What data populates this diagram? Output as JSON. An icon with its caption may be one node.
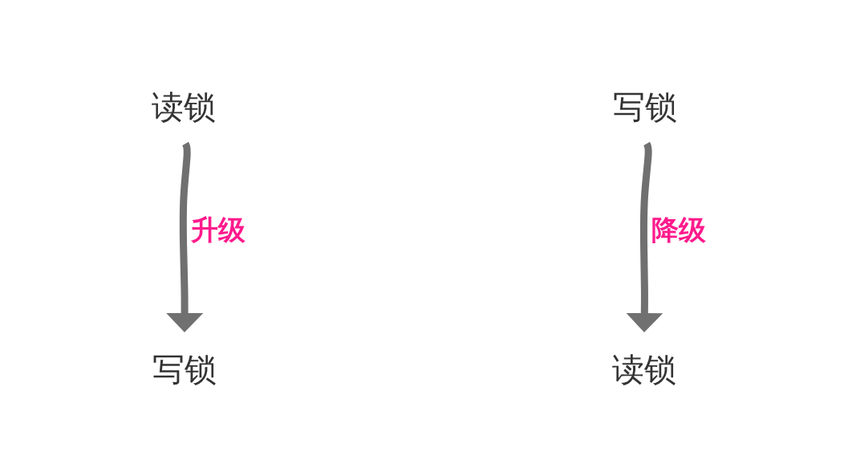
{
  "diagram": {
    "nodes": [
      {
        "text": [
          "读锁"
        ]
      },
      {
        "text": [
          "写锁"
        ]
      },
      {
        "text": [
          "写锁"
        ]
      },
      {
        "text": [
          "读锁"
        ]
      }
    ],
    "edges": [
      {
        "from": 0,
        "to": 1,
        "arrow": "to",
        "label": "升级"
      },
      {
        "from": 2,
        "to": 3,
        "arrow": "to",
        "label": "降级"
      }
    ]
  }
}
